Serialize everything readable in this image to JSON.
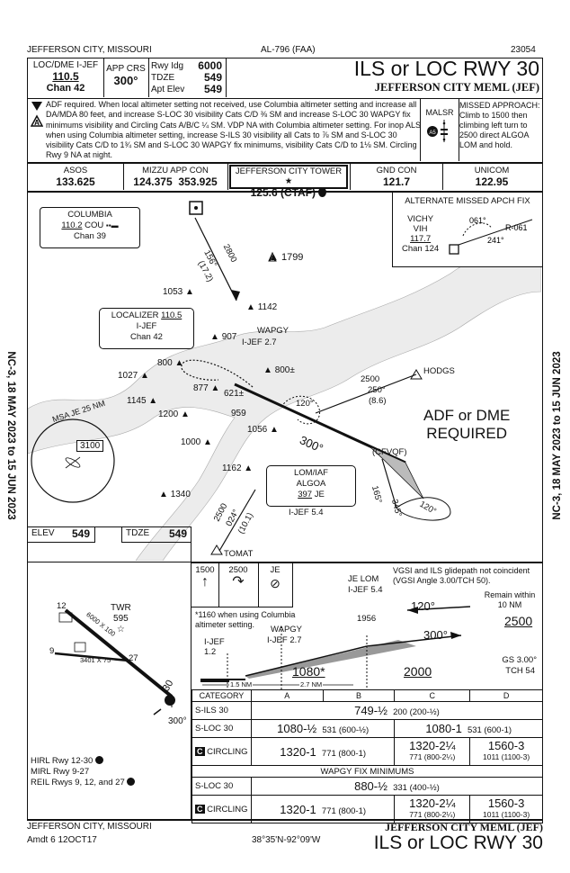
{
  "header": {
    "city_state": "JEFFERSON CITY, MISSOURI",
    "procedure_id": "AL-796 (FAA)",
    "number": "23054"
  },
  "briefing": {
    "loc_label": "LOC/DME I-JEF",
    "loc_freq": "110.5",
    "chan": "Chan 42",
    "app_crs_label": "APP CRS",
    "app_crs": "300°",
    "rwy_ldg_label": "Rwy Idg",
    "rwy_ldg": "6000",
    "tdze_label": "TDZE",
    "tdze": "549",
    "apt_elev_label": "Apt Elev",
    "apt_elev": "549",
    "title": "ILS or LOC RWY 30",
    "airport": "JEFFERSON CITY MEML (JEF)"
  },
  "notes": {
    "text": "ADF required. When local altimeter setting not received, use Columbia altimeter setting and increase all DA/MDA 80 feet, and increase S-LOC 30 visibility Cats C/D ⅜ SM and increase S-LOC 30 WAPGY fix minimums visibility and Circling Cats A/B/C ¼ SM. VDP NA with Columbia altimeter setting. For inop ALS when using Columbia altimeter setting, increase S-ILS 30 visibility all Cats to ⅞ SM and S-LOC 30 visibility Cats C/D to 1¾ SM and S-LOC 30 WAPGY fix minimums, visibility Cats C/D to 1⅛ SM. Circling Rwy 9 NA at night.",
    "lighting": "MALSR",
    "missed_approach_title": "MISSED APPROACH:",
    "missed_approach": "Climb to 1500 then climbing left turn to 2500 direct ALGOA LOM and hold."
  },
  "comms": [
    {
      "label": "ASOS",
      "freq": "133.625"
    },
    {
      "label": "MIZZU APP CON",
      "freq": "124.375  353.925"
    },
    {
      "label": "JEFFERSON CITY TOWER ★",
      "freq": "125.6 (CTAF)"
    },
    {
      "label": "GND CON",
      "freq": "121.7"
    },
    {
      "label": "UNICOM",
      "freq": "122.95"
    }
  ],
  "plan": {
    "columbia": {
      "name": "COLUMBIA",
      "freq": "110.2",
      "ident": "COU",
      "chan": "Chan 39"
    },
    "alt_missed": {
      "title": "ALTERNATE MISSED APCH FIX",
      "name": "VICHY",
      "ident": "VIH",
      "freq": "117.7",
      "chan": "Chan 124",
      "r1": "061°",
      "r2": "241°",
      "r3": "R-061"
    },
    "localizer": {
      "title": "LOCALIZER",
      "freq": "110.5",
      "ident": "I-JEF",
      "chan": "Chan 42"
    },
    "crs_2800": "2800",
    "crs_156": "156°",
    "dist_172": "(17.2)",
    "wapgy_name": "WAPGY",
    "wapgy_dme": "I-JEF 2.7",
    "hodgs": "HODGS",
    "hodgs_alt": "2500",
    "hodgs_crs": "250°",
    "hodgs_dist": "(8.6)",
    "cfvqf": "(CFVQF)",
    "app_300": "300°",
    "hold_120": "120°",
    "adf_dme_line1": "ADF or DME",
    "adf_dme_line2": "REQUIRED",
    "lom_title": "LOM/IAF",
    "lom_name": "ALGOA",
    "lom_freq": "397",
    "lom_ident": "JE",
    "lom_dme": "I-JEF 5.4",
    "crs_165": "165°",
    "crs_345": "345°",
    "hold_120b": "120°",
    "tomat": "TOMAT",
    "tomat_alt": "2500",
    "tomat_crs": "024°",
    "tomat_dist": "(10.1)",
    "msa_label": "MSA  JE  25  NM",
    "msa_alt": "3100",
    "obstacles": {
      "o1799": "1799",
      "o1053": "1053",
      "o1142": "1142",
      "o907": "907",
      "o800a": "800",
      "o800b": "800±",
      "o1027": "1027",
      "o877": "877",
      "o621": "621±",
      "o1145": "1145",
      "o1200": "1200",
      "o959": "959",
      "o1056": "1056",
      "o1000": "1000",
      "o1162": "1162",
      "o1340": "1340"
    }
  },
  "margin": {
    "left": "NC-3,  18 MAY 2023  to  15 JUN 2023",
    "right": "NC-3,  18 MAY 2023  to  15 JUN 2023"
  },
  "airport_diagram": {
    "elev_label": "ELEV",
    "elev": "549",
    "tdze_label": "TDZE",
    "tdze": "549",
    "twr_label": "TWR",
    "twr_height": "595",
    "rwy12": "12",
    "rwy30": "30",
    "rwy9": "9",
    "rwy27": "27",
    "rwy_dims1": "6000 X 100",
    "rwy_dims2": "3401 X 75",
    "rwy_hdg": "300°"
  },
  "profile": {
    "box1": "1500",
    "box2": "2500",
    "box3": "JE",
    "vgsi_note": "VGSI and ILS glidepath not coincident (VGSI Angle 3.00/TCH 50).",
    "je_lom": "JE LOM",
    "je_dme": "I-JEF 5.4",
    "crs_120": "120°",
    "remain": "Remain within 10 NM",
    "alt_2500": "2500",
    "alt_1956": "1956",
    "crs_300": "300°",
    "note_1160": "*1160 when using Columbia altimeter setting.",
    "wapgy": "WAPGY",
    "wapgy_dme": "I-JEF 2.7",
    "ijef_12": "I-JEF 1.2",
    "alt_1080": "1080*",
    "alt_2000": "2000",
    "gs": "GS 3.00°",
    "tch": "TCH 54",
    "nm1": "1.5 NM",
    "nm2": "2.7 NM"
  },
  "minimums": {
    "header": [
      "CATEGORY",
      "A",
      "B",
      "C",
      "D"
    ],
    "sils": {
      "label": "S-ILS 30",
      "value": "749-½",
      "haf": "200 (200-½)"
    },
    "sloc": {
      "label": "S-LOC 30",
      "ab": "1080-½",
      "ab_haf": "531 (600-½)",
      "cd": "1080-1",
      "cd_haf": "531 (600-1)"
    },
    "circ": {
      "label": "CIRCLING",
      "ab": "1320-1",
      "ab_haf": "771 (800-1)",
      "c": "1320-2¼",
      "c_haf": "771 (800-2¼)",
      "d": "1560-3",
      "d_haf": "1011 (1100-3)"
    },
    "wapgy_title": "WAPGY FIX MINIMUMS",
    "sloc2": {
      "label": "S-LOC 30",
      "value": "880-½",
      "haf": "331 (400-½)"
    },
    "circ2": {
      "label": "CIRCLING",
      "ab": "1320-1",
      "ab_haf": "771 (800-1)",
      "c": "1320-2¼",
      "c_haf": "771 (800-2¼)",
      "d": "1560-3",
      "d_haf": "1011 (1100-3)"
    }
  },
  "lighting": {
    "l1": "HIRL Rwy 12-30",
    "l2": "MIRL Rwy 9-27",
    "l3": "REIL Rwys 9, 12, and 27"
  },
  "footer": {
    "city_state": "JEFFERSON CITY, MISSOURI",
    "amdt": "Amdt 6  12OCT17",
    "coords": "38°35'N-92°09'W",
    "airport": "JEFFERSON CITY MEML (JEF)",
    "title": "ILS or LOC RWY 30"
  }
}
